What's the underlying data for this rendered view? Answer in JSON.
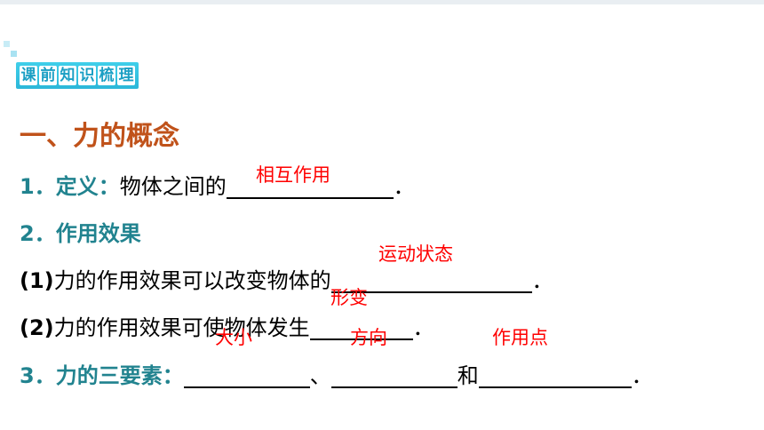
{
  "section_tag": [
    "课",
    "前",
    "知",
    "识",
    "梳",
    "理"
  ],
  "heading": "一、力的概念",
  "line1": {
    "num": "1．",
    "label": "定义：",
    "text": "物体之间的",
    "end": "．"
  },
  "line2": {
    "num": "2．",
    "label": "作用效果"
  },
  "line3": {
    "num": "(1)",
    "text": "力的作用效果可以改变物体的",
    "end": "．"
  },
  "line4": {
    "num": "(2)",
    "text": "力的作用效果可使物体发生",
    "end": "．"
  },
  "line5": {
    "num": "3．",
    "label": "力的三要素：",
    "sep1": "、",
    "sep2": "和",
    "end": "．"
  },
  "answers": {
    "a1": "相互作用",
    "a2": "运动状态",
    "a3": "形变",
    "a4": "大小",
    "a5": "方向",
    "a6": "作用点"
  }
}
